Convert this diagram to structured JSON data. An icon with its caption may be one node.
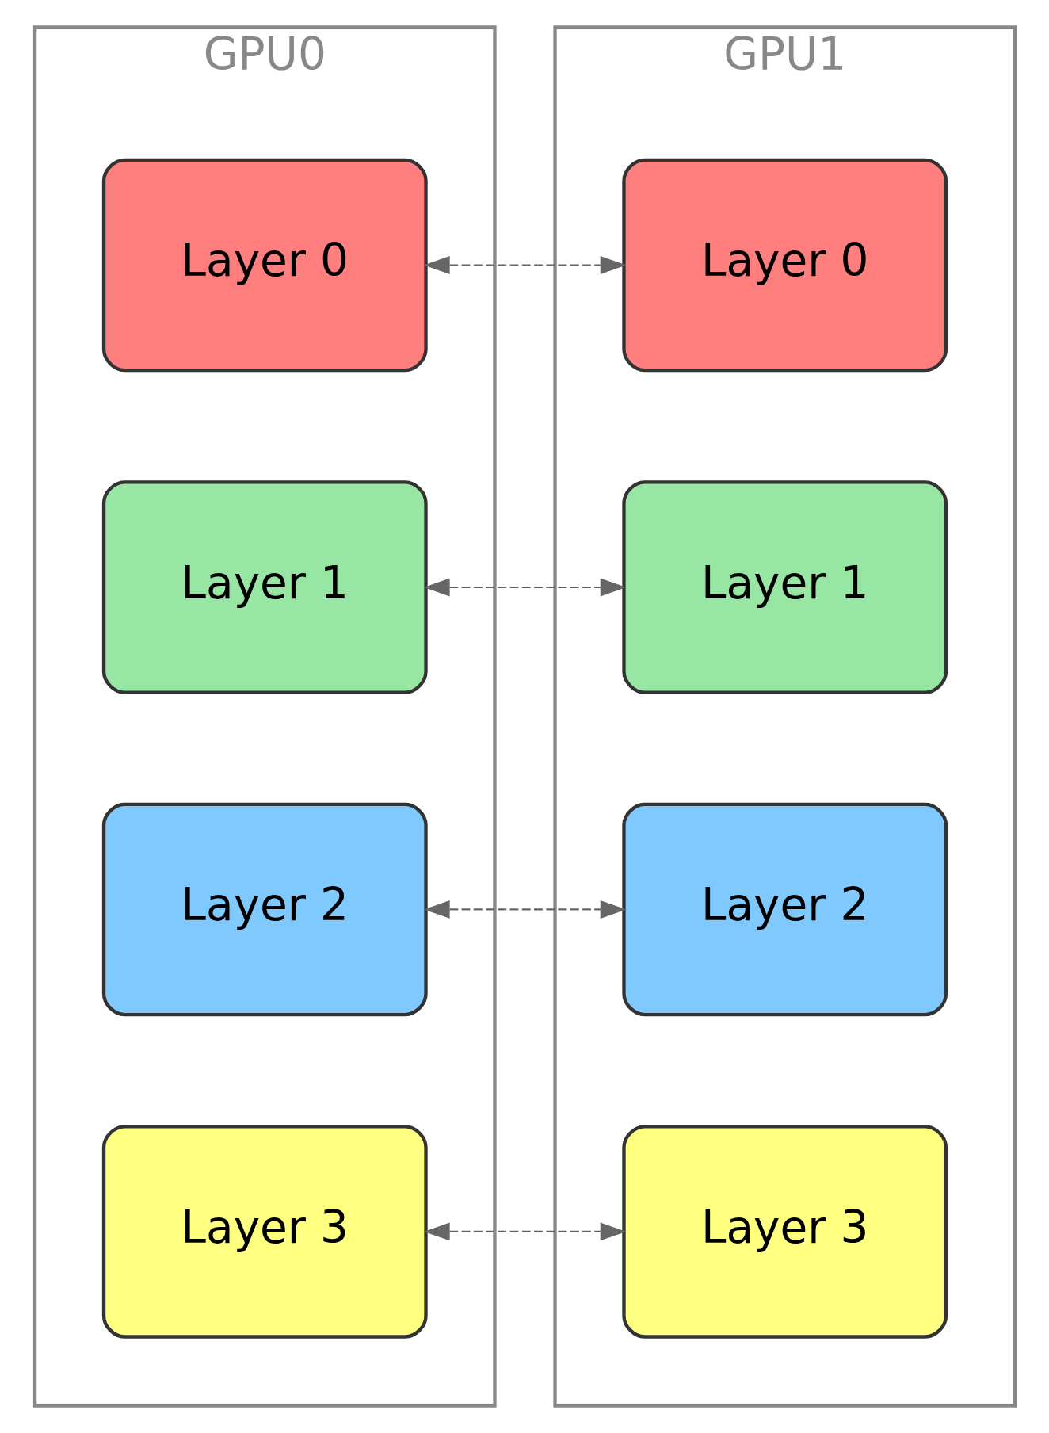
{
  "diagram": {
    "nodes": [
      {
        "text": [
          "GPU0"
        ]
      },
      {
        "text": [
          "Layer 0"
        ],
        "in": 0
      },
      {
        "text": [
          "Layer 1"
        ],
        "in": 0
      },
      {
        "text": [
          "Layer 2"
        ],
        "in": 0
      },
      {
        "text": [
          "Layer 3"
        ],
        "in": 0
      },
      {
        "text": [
          "GPU1"
        ]
      },
      {
        "text": [
          "Layer 0"
        ],
        "in": 5
      },
      {
        "text": [
          "Layer 1"
        ],
        "in": 5
      },
      {
        "text": [
          "Layer 2"
        ],
        "in": 5
      },
      {
        "text": [
          "Layer 3"
        ],
        "in": 5
      }
    ],
    "edges": [
      {
        "from": 1,
        "to": 6,
        "arrow": "both",
        "style": "dashed"
      },
      {
        "from": 2,
        "to": 7,
        "arrow": "both",
        "style": "dashed"
      },
      {
        "from": 3,
        "to": 8,
        "arrow": "both",
        "style": "dashed"
      },
      {
        "from": 4,
        "to": 9,
        "arrow": "both",
        "style": "dashed"
      }
    ]
  }
}
